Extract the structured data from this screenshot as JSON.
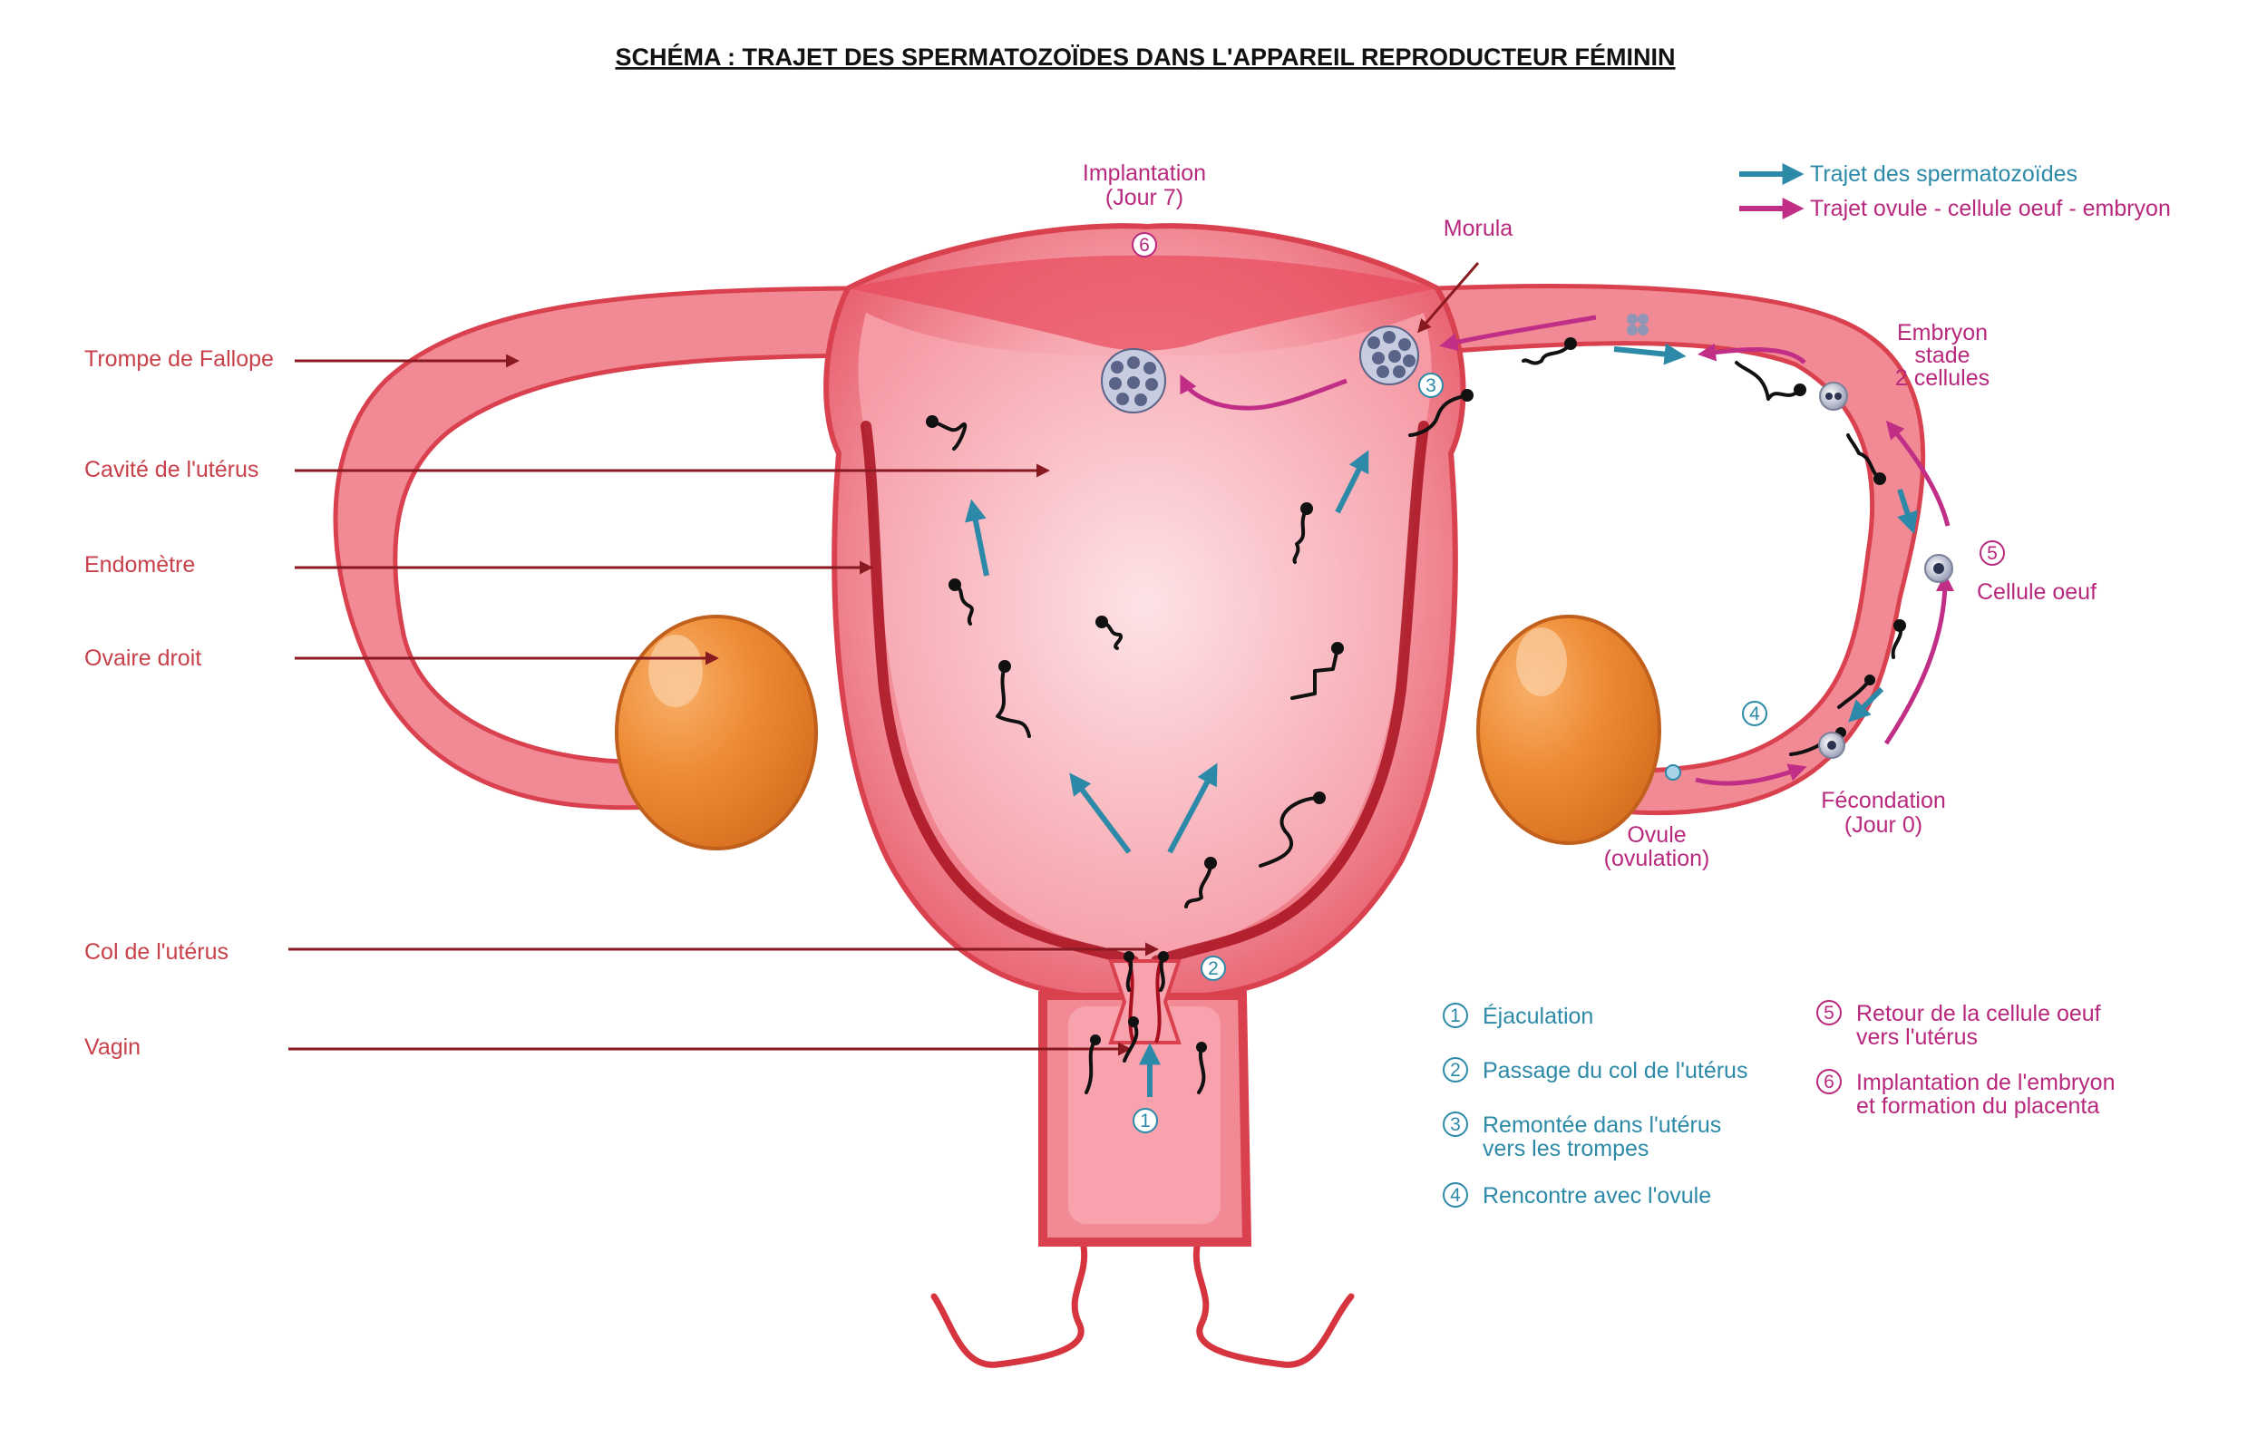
{
  "title": "SCHÉMA : TRAJET DES SPERMATOZOÏDES DANS L'APPAREIL REPRODUCTEUR FÉMININ",
  "colors": {
    "uterus": "#f28a95",
    "uterus_light": "#fbc7cd",
    "uterus_edge": "#d9414f",
    "endometrium": "#a8101f",
    "ovary": "#ee8a33",
    "sperm_path": "#2c8aa8",
    "egg_path": "#c02e86",
    "anatomy_label": "#c8404a",
    "label_arrow": "#8a1a22"
  },
  "anatomy_labels": {
    "trompe": "Trompe de Fallope",
    "cavite": "Cavité de l'utérus",
    "endometre": "Endomètre",
    "ovaire": "Ovaire droit",
    "col": "Col de l'utérus",
    "vagin": "Vagin"
  },
  "legend": {
    "sperm_path": "Trajet des spermatozoïdes",
    "egg_path": "Trajet ovule - cellule oeuf - embryon"
  },
  "stage_labels": {
    "implantation_1": "Implantation",
    "implantation_2": "(Jour 7)",
    "morula": "Morula",
    "embryon_1": "Embryon",
    "embryon_2": "stade",
    "embryon_3": "2 cellules",
    "cellule_oeuf": "Cellule oeuf",
    "fecondation_1": "Fécondation",
    "fecondation_2": "(Jour 0)",
    "ovule_1": "Ovule",
    "ovule_2": "(ovulation)"
  },
  "markers": {
    "m1": "1",
    "m2": "2",
    "m3": "3",
    "m4": "4",
    "m5": "5",
    "m6": "6"
  },
  "steps": {
    "s1": "Éjaculation",
    "s2": "Passage du col de l'utérus",
    "s3_1": "Remontée dans l'utérus",
    "s3_2": "vers les trompes",
    "s4": "Rencontre avec l'ovule",
    "s5_1": "Retour de la cellule oeuf",
    "s5_2": "vers l'utérus",
    "s6_1": "Implantation de l'embryon",
    "s6_2": "et formation du placenta"
  }
}
